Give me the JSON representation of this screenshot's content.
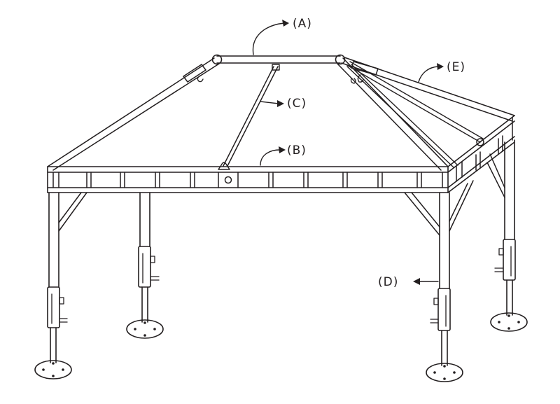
{
  "diagram": {
    "labels": {
      "a": "(A)",
      "b": "(B)",
      "c": "(C)",
      "d": "(D)",
      "e": "(E)"
    }
  }
}
